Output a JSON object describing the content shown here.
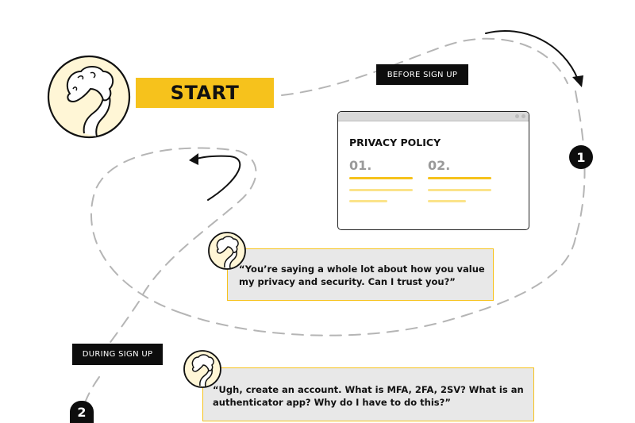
{
  "start": {
    "label": "START"
  },
  "steps": {
    "before_label": "BEFORE SIGN UP",
    "during_label": "DURING SIGN UP",
    "badge_1": "1",
    "badge_2": "2"
  },
  "privacy_window": {
    "title": "PRIVACY POLICY",
    "col1": "01.",
    "col2": "02."
  },
  "quotes": {
    "first": "“You’re saying a whole lot about how you value my privacy and security. Can I trust you?”",
    "second": "“Ugh, create an account. What is MFA, 2FA, 2SV? What is an authenticator app? Why do I have to do this?”"
  },
  "colors": {
    "accent_yellow": "#F6C21C",
    "light_yellow": "#FBE38A",
    "avatar_fill": "#FFF6D6",
    "dash_gray": "#b5b5b5",
    "bubble_bg": "#e8e8e8",
    "label_black": "#0d0d0d"
  }
}
